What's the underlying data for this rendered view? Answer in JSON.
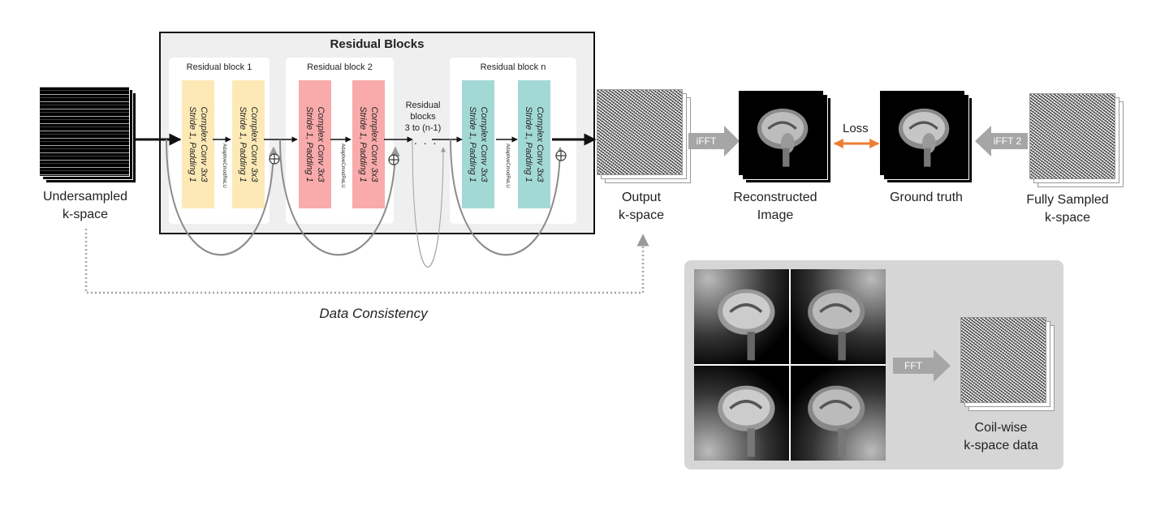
{
  "inputs": {
    "undersampled_label_line1": "Undersampled",
    "undersampled_label_line2": "k-space"
  },
  "residual_blocks": {
    "title": "Residual Blocks",
    "middle_label_line1": "Residual",
    "middle_label_line2": "blocks",
    "middle_label_line3": "3 to (n-1)",
    "ellipsis": ". . .",
    "blocks": [
      {
        "title": "Residual block 1",
        "color": "#fde9b6",
        "conv1_line1": "Complex Conv 3x3",
        "conv1_line2": "Stride 1, Padding 1",
        "activation": "AdaptiveCmodReLU",
        "conv2_line1": "Complex Conv 3x3",
        "conv2_line2": "Stride 1, Padding 1"
      },
      {
        "title": "Residual block 2",
        "color": "#f9aaaa",
        "conv1_line1": "Complex Conv 3x3",
        "conv1_line2": "Stride 1, Padding 1",
        "activation": "AdaptiveCmodReLU",
        "conv2_line1": "Complex Conv 3x3",
        "conv2_line2": "Stride 1, Padding 1"
      },
      {
        "title": "Residual block n",
        "color": "#a3d9d5",
        "conv1_line1": "Complex Conv 3x3",
        "conv1_line2": "Stride 1, Padding 1",
        "activation": "AdaptiveCmodReLU",
        "conv2_line1": "Complex Conv 3x3",
        "conv2_line2": "Stride 1, Padding 1"
      }
    ],
    "sum_symbol": "⊕"
  },
  "outputs": {
    "output_label_line1": "Output",
    "output_label_line2": "k-space",
    "ifft_label": "iFFT",
    "reconstructed_label_line1": "Reconstructed",
    "reconstructed_label_line2": "Image",
    "loss_label": "Loss",
    "ground_truth_label": "Ground truth",
    "ifft2_label": "iFFT 2",
    "fully_sampled_line1": "Fully Sampled",
    "fully_sampled_line2": "k-space"
  },
  "data_consistency_label": "Data Consistency",
  "coil_panel": {
    "fft_label": "FFT",
    "coil_label_line1": "Coil-wise",
    "coil_label_line2": "k-space data"
  },
  "colors": {
    "loss_arrow": "#ed7d31",
    "gray_arrow": "#a6a6a6",
    "panel_bg": "#d6d6d6"
  }
}
